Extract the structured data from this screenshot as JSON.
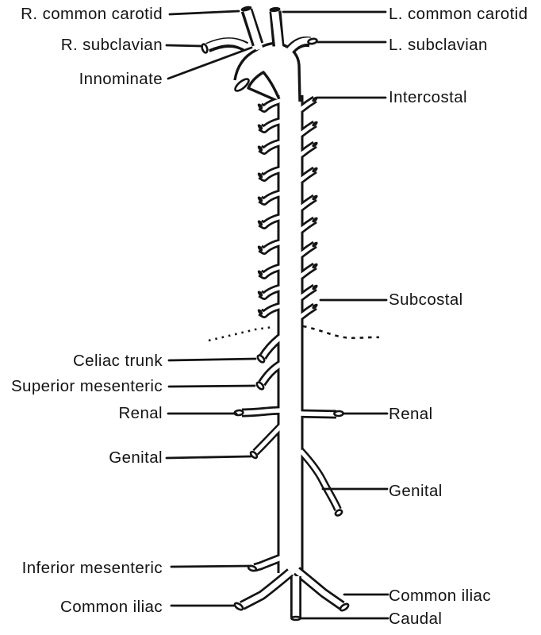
{
  "figure": {
    "description": "Line diagram of the aorta and its principal branches",
    "background_color": "#ffffff",
    "ink_color": "#141414"
  },
  "labels": {
    "left": [
      {
        "id": "r-common-carotid",
        "text": "R. common carotid"
      },
      {
        "id": "r-subclavian",
        "text": "R. subclavian"
      },
      {
        "id": "innominate",
        "text": "Innominate"
      },
      {
        "id": "celiac-trunk",
        "text": "Celiac trunk"
      },
      {
        "id": "superior-mesenteric",
        "text": "Superior mesenteric"
      },
      {
        "id": "renal-left",
        "text": "Renal"
      },
      {
        "id": "genital-left",
        "text": "Genital"
      },
      {
        "id": "inferior-mesenteric",
        "text": "Inferior mesenteric"
      },
      {
        "id": "common-iliac-left",
        "text": "Common iliac"
      }
    ],
    "right": [
      {
        "id": "l-common-carotid",
        "text": "L. common carotid"
      },
      {
        "id": "l-subclavian",
        "text": "L. subclavian"
      },
      {
        "id": "intercostal",
        "text": "Intercostal"
      },
      {
        "id": "subcostal",
        "text": "Subcostal"
      },
      {
        "id": "renal-right",
        "text": "Renal"
      },
      {
        "id": "genital-right",
        "text": "Genital"
      },
      {
        "id": "common-iliac-right",
        "text": "Common iliac"
      },
      {
        "id": "caudal",
        "text": "Caudal"
      }
    ]
  }
}
